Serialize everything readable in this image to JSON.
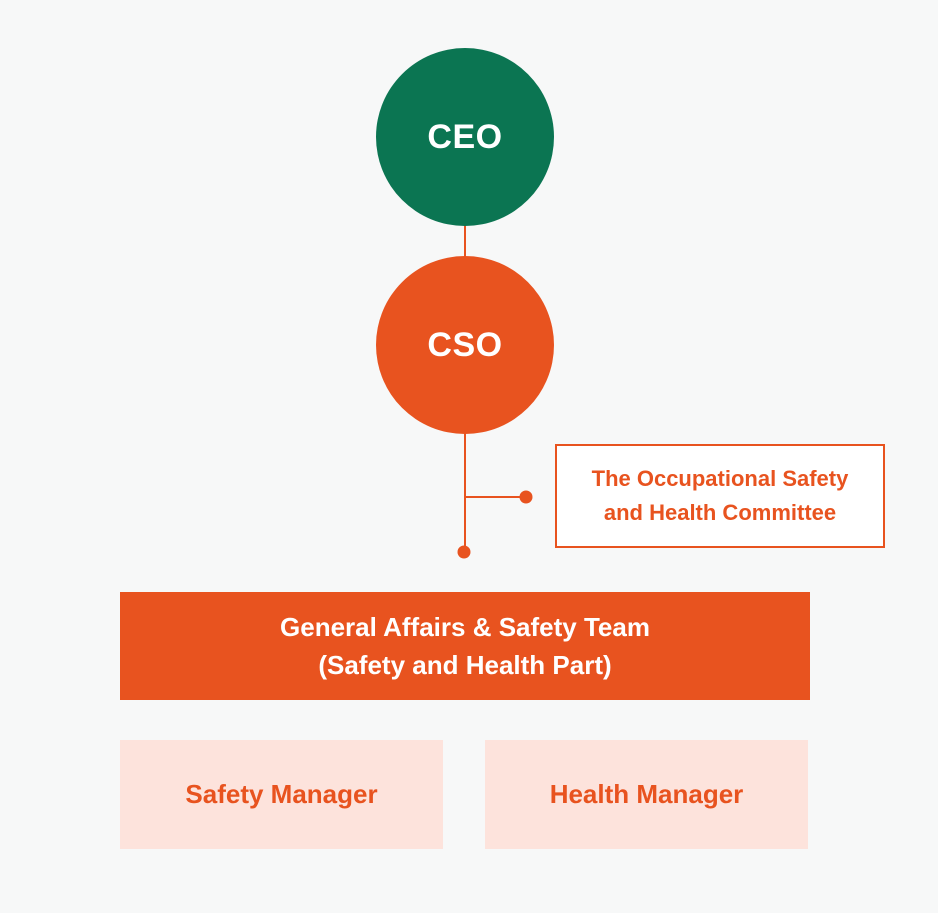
{
  "colors": {
    "ceo_fill": "#0b7552",
    "accent": "#e8531f",
    "manager_fill": "#fde3dc",
    "text_on_fill": "#ffffff"
  },
  "nodes": {
    "ceo": "CEO",
    "cso": "CSO",
    "committee": "The Occupational Safety\nand Health Committee",
    "team": "General Affairs & Safety Team\n(Safety and Health Part)",
    "safety_manager": "Safety Manager",
    "health_manager": "Health Manager"
  }
}
